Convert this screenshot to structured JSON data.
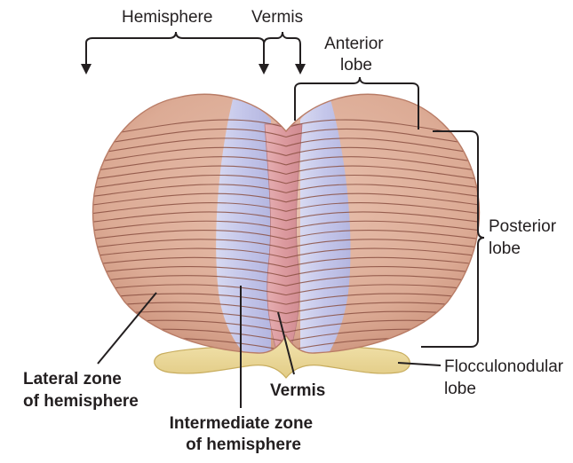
{
  "labels": {
    "hemisphere": "Hemisphere",
    "vermis_top": "Vermis",
    "anterior_lobe": [
      "Anterior",
      "lobe"
    ],
    "posterior_lobe": [
      "Posterior",
      "lobe"
    ],
    "flocculonodular_lobe": [
      "Flocculonodular",
      "lobe"
    ],
    "lateral_zone": [
      "Lateral zone",
      "of hemisphere"
    ],
    "vermis_bottom": "Vermis",
    "intermediate_zone": [
      "Intermediate zone",
      "of hemisphere"
    ]
  },
  "colors": {
    "hemisphere_fill": "#dcab95",
    "hemisphere_edge": "#c98f78",
    "intermediate_zone": "#c9cbea",
    "vermis": "#de9fa3",
    "flocculonodular": "#f0dea0",
    "text": "#231f20"
  }
}
